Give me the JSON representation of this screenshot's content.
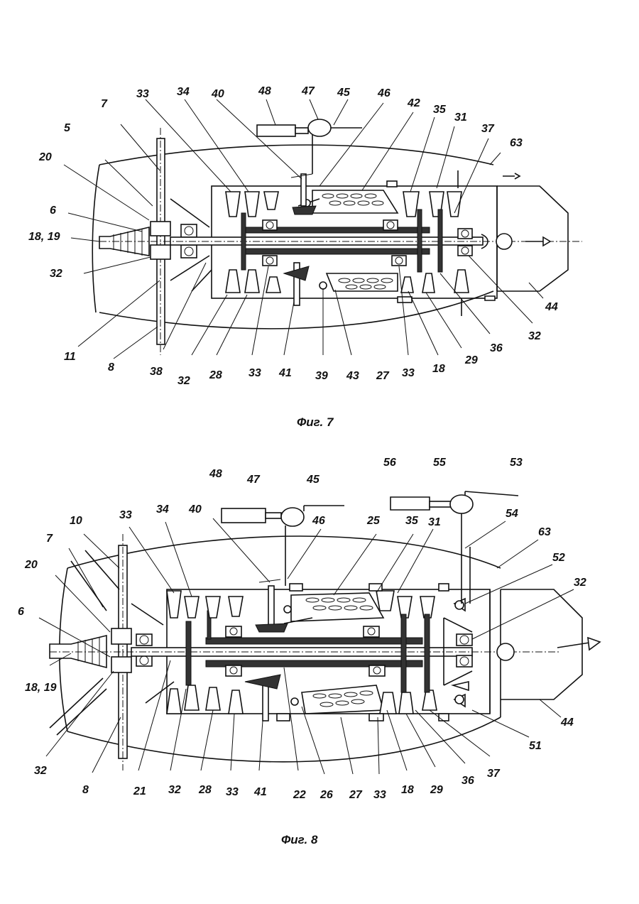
{
  "figures": [
    {
      "caption": "Фиг. 7",
      "labels": [
        "5",
        "7",
        "20",
        "6",
        "18, 19",
        "32",
        "11",
        "8",
        "38",
        "32",
        "28",
        "33",
        "41",
        "39",
        "43",
        "27",
        "33",
        "18",
        "29",
        "36",
        "32",
        "44",
        "63",
        "37",
        "31",
        "35",
        "42",
        "46",
        "45",
        "47",
        "48",
        "40",
        "34",
        "33"
      ]
    },
    {
      "caption": "Фиг. 8",
      "labels": [
        "10",
        "7",
        "20",
        "6",
        "18, 19",
        "32",
        "8",
        "21",
        "32",
        "28",
        "33",
        "41",
        "22",
        "26",
        "27",
        "33",
        "18",
        "29",
        "36",
        "37",
        "51",
        "44",
        "32",
        "52",
        "63",
        "54",
        "53",
        "55",
        "56",
        "45",
        "47",
        "48",
        "40",
        "46",
        "25",
        "35",
        "31",
        "34",
        "33"
      ]
    }
  ]
}
